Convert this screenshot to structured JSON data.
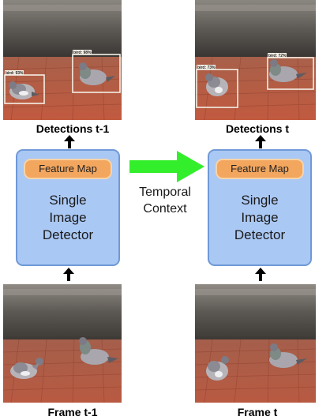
{
  "captions": {
    "detections_prev": "Detections t-1",
    "detections_curr": "Detections t",
    "frame_prev": "Frame t-1",
    "frame_curr": "Frame t"
  },
  "detector_left": {
    "feature_map": "Feature Map",
    "line1": "Single",
    "line2": "Image",
    "line3": "Detector"
  },
  "detector_right": {
    "feature_map": "Feature Map",
    "line1": "Single",
    "line2": "Image",
    "line3": "Detector"
  },
  "temporal": {
    "line1": "Temporal",
    "line2": "Context"
  },
  "detections": {
    "prev": [
      "bird: 93%",
      "bird: 98%"
    ],
    "curr": [
      "bird: 73%",
      "bird: 72%"
    ]
  },
  "colors": {
    "detector_fill": "#aac8f4",
    "detector_border": "#6f99d7",
    "feature_map_fill": "#f3a65e",
    "temporal_arrow": "#33ee2a",
    "detection_box": "#f5f0e6",
    "ground": "#b8533f"
  },
  "icons": [
    "up-arrow-icon",
    "right-arrow-icon",
    "pigeon-icon"
  ]
}
